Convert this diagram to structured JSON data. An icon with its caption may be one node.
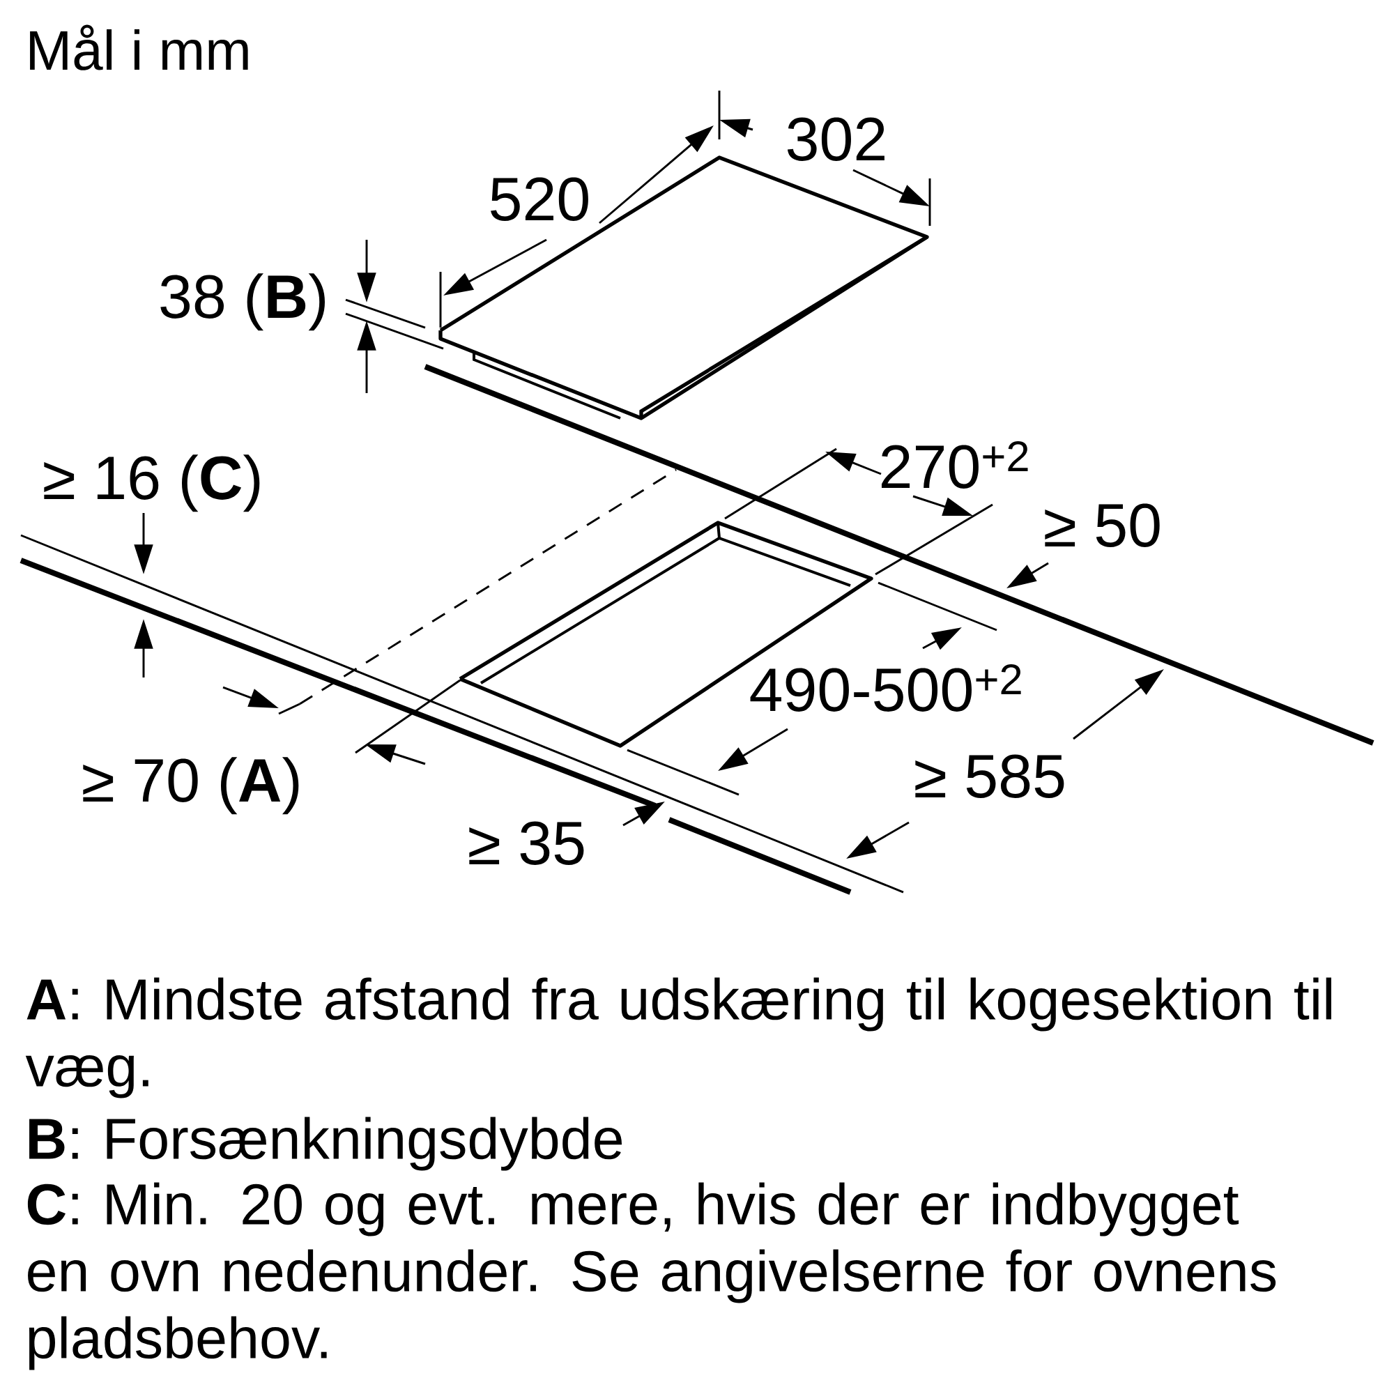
{
  "diagram": {
    "labels": [
      "Mål i mm",
      "302",
      "520",
      "38 (**B**)",
      "≥ 16 (**C**)",
      "270$^{+2}$",
      "≥ 50",
      "490-500$^{+2}$",
      "≥ 585",
      "≥ 70 (**A**)",
      "≥ 35",
      "**A**: Mindste afstand fra udskæring til kogesektion til væg.",
      "**B**: Forsænkningsdybde",
      "**C**: Min. 20 og evt. mere, hvis der er indbygget en ovn nedenunder. Se angivelserne for ovnens pladsbehov."
    ]
  }
}
